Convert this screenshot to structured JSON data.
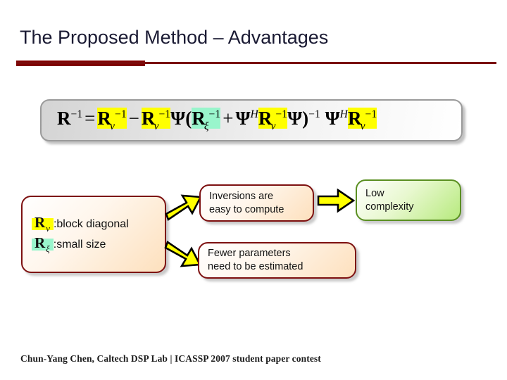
{
  "slide": {
    "title": "The Proposed Method – Advantages",
    "footer": "Chun-Yang Chen, Caltech DSP Lab | ICASSP  2007 student paper contest",
    "accent_color": "#800000",
    "rule_color": "#7a0b0b"
  },
  "equation": {
    "latex": "R^{-1} = R_v^{-1} - R_v^{-1}\\Psi(R_\\xi^{-1} + \\Psi^H R_v^{-1} \\Psi)^{-1} \\Psi^H R_v^{-1}",
    "plain": "R^-1 = Rv^-1 − Rv^-1 Ψ ( Rξ^-1 + Ψ^H Rv^-1 Ψ )^-1 Ψ^H Rv^-1",
    "highlight_yellow": "#ffff00",
    "highlight_green": "#99f5cc",
    "tokens": {
      "R": "R",
      "inv": "−1",
      "eq": "=",
      "minus": "−",
      "plus": "+",
      "psi": "Ψ",
      "H": "H",
      "sub_nu": "ν",
      "sub_xi": "ξ",
      "lparen": "(",
      "rparen": ")"
    }
  },
  "flow": {
    "left_box": {
      "line1_symbol": "R",
      "line1_subscript": "ν",
      "line1_text": ":block diagonal",
      "line1_highlight": "#ffff00",
      "line2_symbol": "R",
      "line2_subscript": "ξ",
      "line2_text": ":small size",
      "line2_highlight": "#99f5cc"
    },
    "inversions_box": "Inversions are\neasy to compute",
    "fewer_box": "Fewer parameters\nneed to be estimated",
    "low_box": "Low\ncomplexity",
    "box_border_red": "#7d1010",
    "box_border_green": "#5a8f21",
    "arrow_fill": "#ffff00",
    "arrow_stroke": "#000000"
  }
}
